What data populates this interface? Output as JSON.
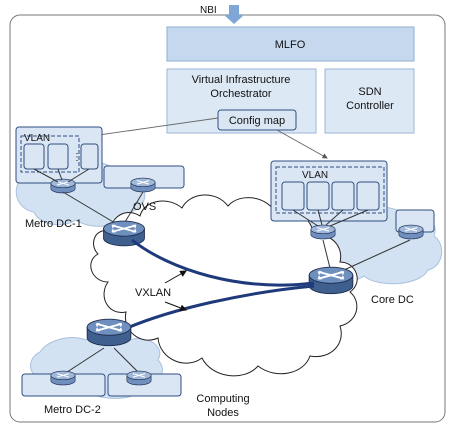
{
  "labels": {
    "nbi": "NBI",
    "mlfo": "MLFO",
    "vio_line1": "Virtual Infrastructure",
    "vio_line2": "Orchestrator",
    "config_map": "Config map",
    "sdn_line1": "SDN",
    "sdn_line2": "Controller",
    "vlan_left": "VLAN",
    "vlan_right": "VLAN",
    "ovs": "OVS",
    "metro_dc1": "Metro DC-1",
    "core_dc": "Core DC",
    "vxlan": "VXLAN",
    "metro_dc2": "Metro DC-2",
    "computing_line1": "Computing",
    "computing_line2": "Nodes"
  },
  "colors": {
    "box_fill": "#c5d8ee",
    "panel_fill": "#dde8f5",
    "region_fill": "#d2e2f2",
    "vxlan_line": "#1f3a7a",
    "router_body": "#3f5f8f"
  },
  "icons": {
    "router": "router-icon",
    "switch": "switch-icon",
    "nbi_arrow": "down-arrow-icon"
  }
}
